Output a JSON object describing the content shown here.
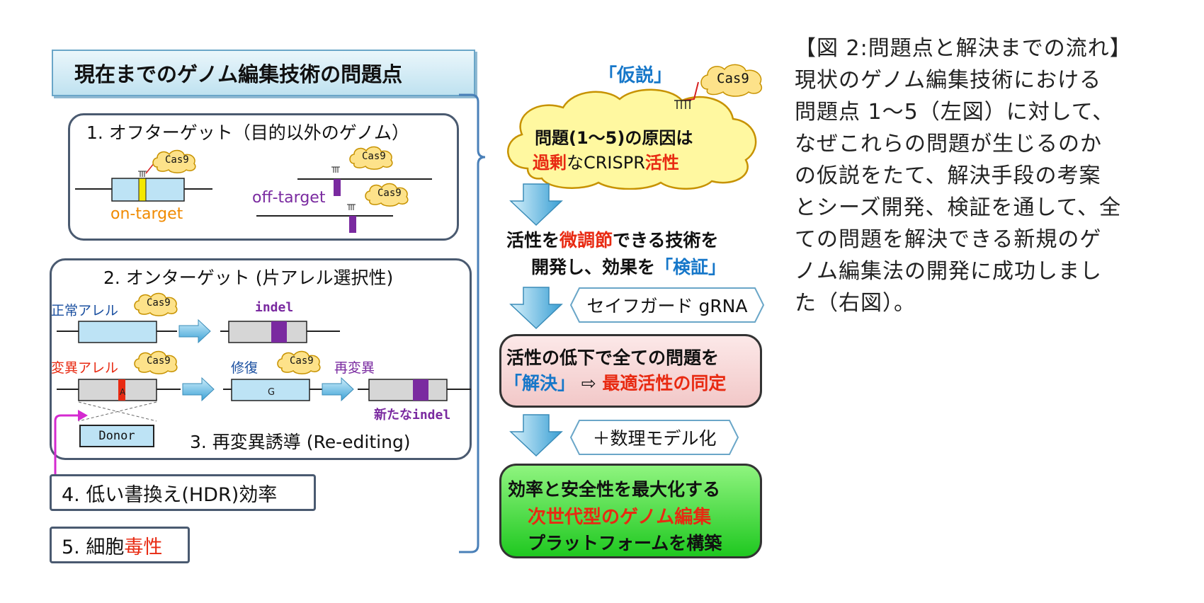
{
  "left": {
    "title": "現在までのゲノム編集技術の問題点",
    "p1": {
      "heading": "1. オフターゲット（目的以外のゲノム）",
      "on_target": "on-target",
      "off_target": "off-target"
    },
    "p2": {
      "heading": "2. オンターゲット (片アレル選択性)",
      "normal_allele": "正常アレル",
      "indel": "indel",
      "mutant_allele": "変異アレル",
      "repair": "修復",
      "remutation": "再変異",
      "g": "G",
      "new_indel": "新たなindel",
      "donor": "Donor"
    },
    "p3": {
      "label": "3. 再変異誘導 (Re-editing)"
    },
    "p4": {
      "label": "4. 低い書換え(HDR)効率"
    },
    "p5": {
      "prefix": "5. 細胞",
      "red": "毒性"
    },
    "cas9": "Cas9"
  },
  "flow": {
    "hypothesis_label": "「仮説」",
    "cloud": {
      "line1": "問題(1〜5)の原因は",
      "red1": "過剰",
      "mid": "なCRISPR",
      "red2": "活性"
    },
    "step1": {
      "a": "活性を",
      "red": "微調節",
      "b": "できる技術を",
      "c": "開発し、効果を",
      "blue": "「検証」"
    },
    "tag1": "セイフガード gRNA",
    "step2": {
      "a": "活性の低下で全ての問題を",
      "blue": "「解決」",
      "arrow": "⇨",
      "red": "最適活性の同定"
    },
    "tag2": "＋数理モデル化",
    "step3": {
      "a": "効率と安全性を最大化する",
      "red": "次世代型のゲノム編集",
      "b": "プラットフォームを構築"
    }
  },
  "description": {
    "lines": [
      "【図 2:問題点と解決までの流れ】",
      "現状のゲノム編集技術における",
      "問題点 1〜5（左図）に対して、",
      "なぜこれらの問題が生じるのか",
      "の仮説をたて、解決手段の考案",
      "とシーズ開発、検証を通して、全",
      "ての問題を解決できる新規のゲ",
      "ノム編集法の開発に成功しまし",
      "た（右図）。"
    ]
  },
  "colors": {
    "accent_red": "#e82a12",
    "accent_blue": "#1677c9",
    "cloud": "#fff8a0",
    "green": "#3fdc30",
    "pink": "#f6d9d9"
  }
}
